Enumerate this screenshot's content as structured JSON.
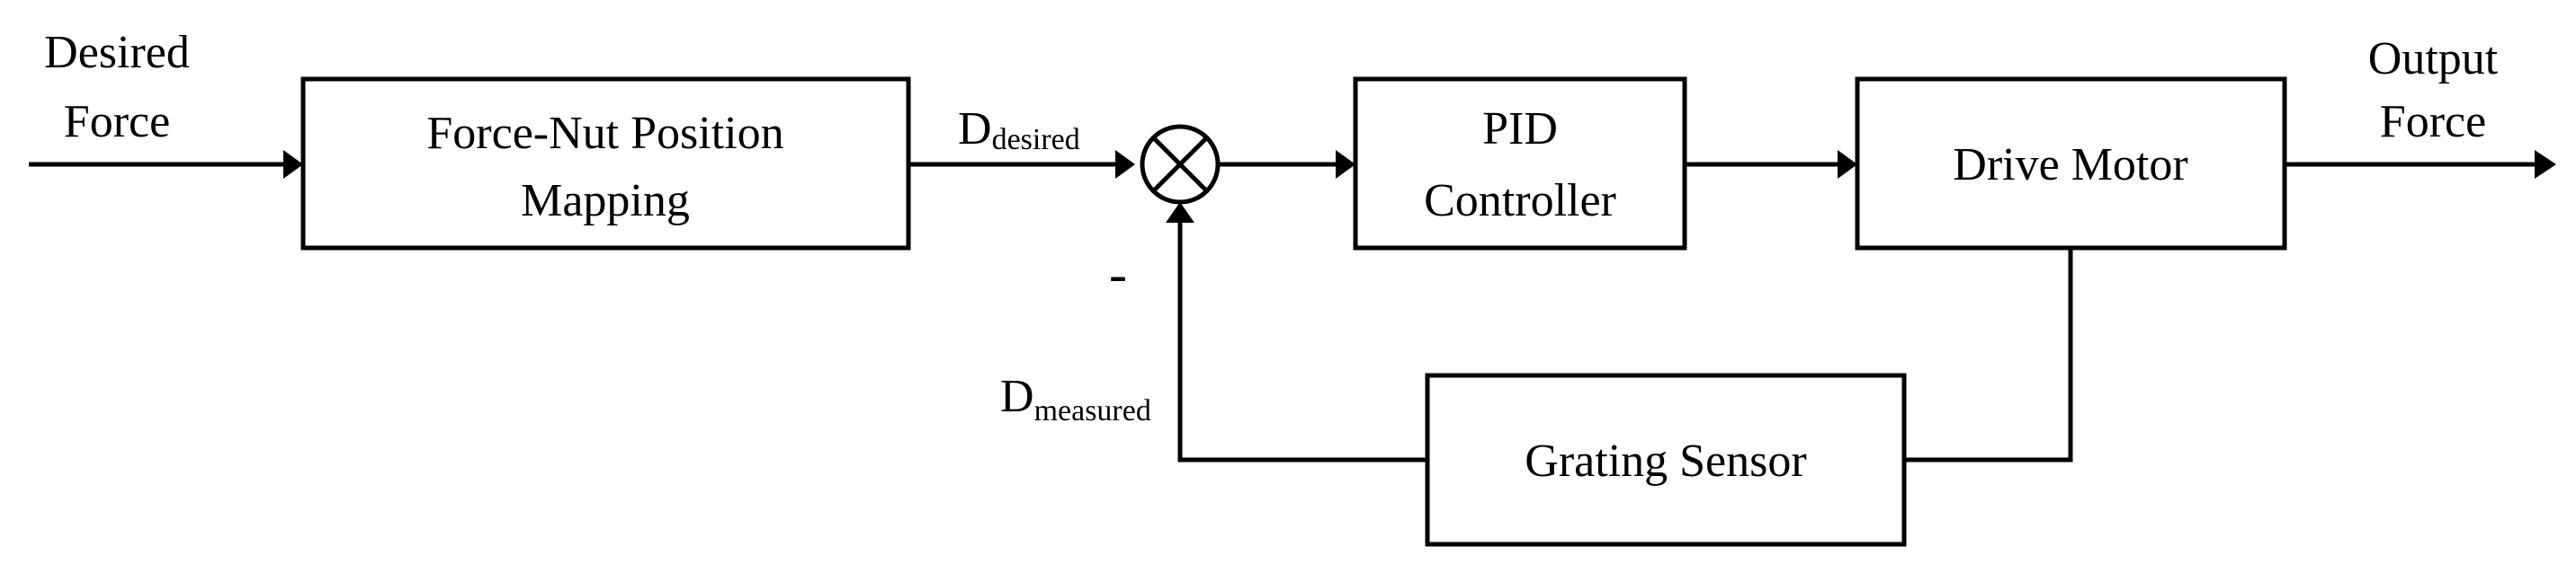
{
  "input": {
    "line1": "Desired",
    "line2": "Force"
  },
  "output": {
    "line1": "Output",
    "line2": "Force"
  },
  "blocks": {
    "mapping": {
      "line1": "Force-Nut Position",
      "line2": "Mapping"
    },
    "pid": {
      "line1": "PID",
      "line2": "Controller"
    },
    "motor": {
      "label": "Drive Motor"
    },
    "sensor": {
      "label": "Grating Sensor"
    }
  },
  "signals": {
    "desired": {
      "base": "D",
      "subscript": "desired"
    },
    "measured": {
      "base": "D",
      "subscript": "measured"
    },
    "minus_sign": "-"
  }
}
